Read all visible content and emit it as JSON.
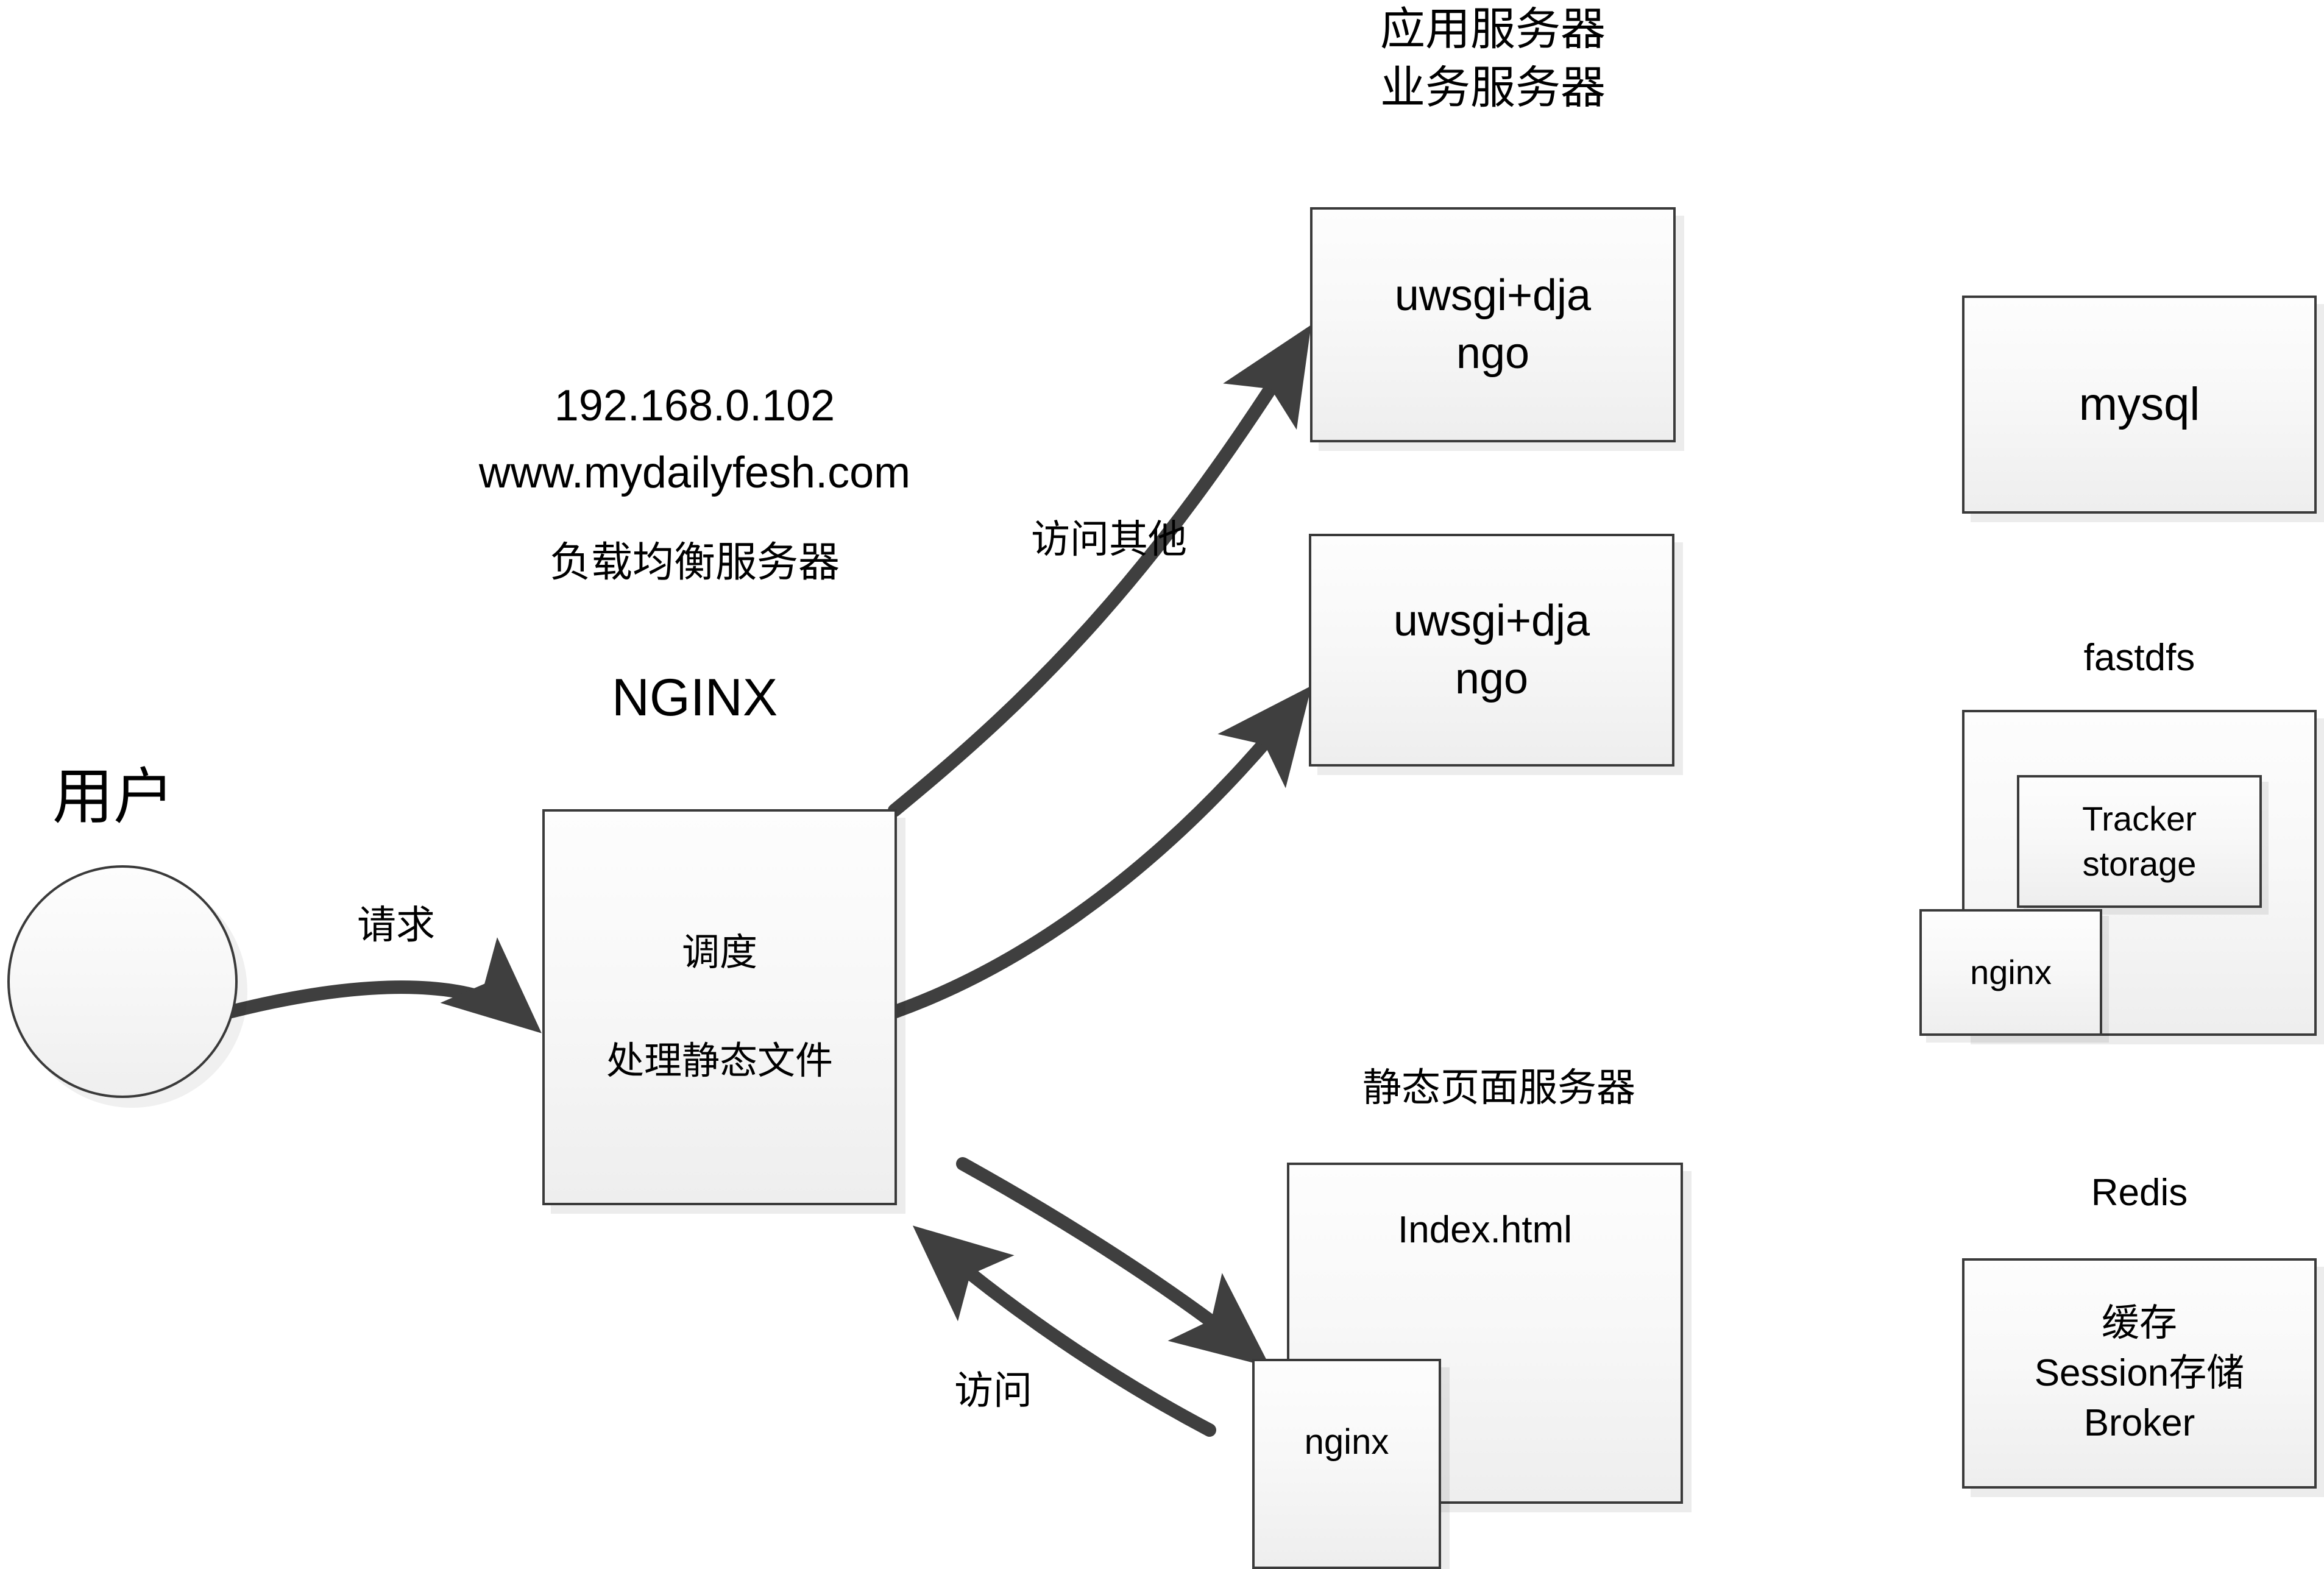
{
  "diagram": {
    "title_app_server": "应用服务器\n业务服务器",
    "lb": {
      "ip": "192.168.0.102",
      "domain": "www.mydailyfesh.com",
      "role": "负载均衡服务器",
      "product": "NGINX",
      "box_line1": "调度",
      "box_line2": "处理静态文件"
    },
    "user": {
      "label": "用户"
    },
    "app_servers": [
      {
        "label": "uwsgi+dja\nngo"
      },
      {
        "label": "uwsgi+dja\nngo"
      }
    ],
    "static_server": {
      "title": "静态页面服务器",
      "page": "Index.html",
      "proxy": "nginx"
    },
    "edges": [
      {
        "label": "请求",
        "from": "user",
        "to": "nginx-lb"
      },
      {
        "label": "访问其他",
        "from": "nginx-lb",
        "to": "app-server-1"
      },
      {
        "label": "访问",
        "from": "nginx-lb",
        "to": "static-nginx"
      }
    ],
    "services": {
      "mysql": {
        "label": "mysql"
      },
      "fastdfs": {
        "title": "fastdfs",
        "inner": "Tracker\nstorage",
        "proxy": "nginx"
      },
      "redis": {
        "title": "Redis",
        "lines": "缓存\nSession存储\nBroker"
      }
    },
    "colors": {
      "box_border": "#3a3a3a",
      "arrow": "#3f3f3f",
      "text": "#000000",
      "background": "#ffffff",
      "box_fill_top": "#fdfdfd",
      "box_fill_bottom": "#eeeeee"
    }
  }
}
